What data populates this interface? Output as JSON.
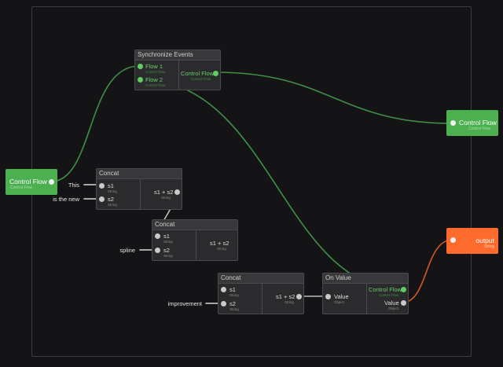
{
  "colors": {
    "background": "#141416",
    "node_bg": "#2b2b2d",
    "node_header": "#38383a",
    "flow_green": "#4caf50",
    "wire_green": "#3f8f46",
    "output_orange": "#ff6b2d",
    "wire_orange": "#d4552a",
    "wire_gray": "#bdbdbd"
  },
  "control_flow_source": {
    "label": "Control Flow",
    "sub": "Control Flow"
  },
  "control_flow_target": {
    "label": "Control Flow",
    "sub": "Control Flow"
  },
  "output_node": {
    "label": "output",
    "sub": "String"
  },
  "sync_node": {
    "title": "Synchronize Events",
    "inputs": [
      {
        "label": "Flow 1",
        "sub": "Control Flow"
      },
      {
        "label": "Flow 2",
        "sub": "Control Flow"
      }
    ],
    "output": {
      "label": "Control Flow",
      "sub": "Control Flow"
    }
  },
  "concat1": {
    "title": "Concat",
    "inputs": [
      {
        "label": "s1",
        "sub": "String"
      },
      {
        "label": "s2",
        "sub": "String"
      }
    ],
    "output": {
      "label": "s1 + s2",
      "sub": "String"
    },
    "values": [
      "This",
      "is the new"
    ]
  },
  "concat2": {
    "title": "Concat",
    "inputs": [
      {
        "label": "s1",
        "sub": "String"
      },
      {
        "label": "s2",
        "sub": "String"
      }
    ],
    "output": {
      "label": "s1 + s2",
      "sub": "String"
    },
    "values": [
      "spline"
    ]
  },
  "concat3": {
    "title": "Concat",
    "inputs": [
      {
        "label": "s1",
        "sub": "String"
      },
      {
        "label": "s2",
        "sub": "String"
      }
    ],
    "output": {
      "label": "s1 + s2",
      "sub": "String"
    },
    "values": [
      "improvement"
    ]
  },
  "onvalue_node": {
    "title": "On Value",
    "input": {
      "label": "Value",
      "sub": "Object"
    },
    "outputs": [
      {
        "label": "Control Flow",
        "sub": "Control Flow"
      },
      {
        "label": "Value",
        "sub": "Object"
      }
    ]
  }
}
